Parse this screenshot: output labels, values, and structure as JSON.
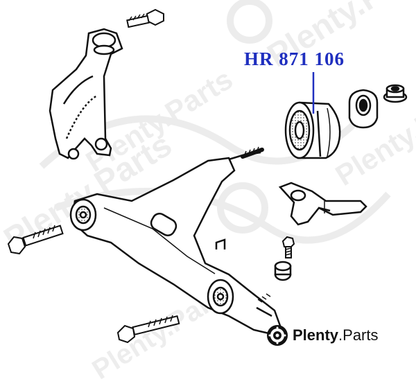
{
  "diagram": {
    "part_number": "HR 871 106",
    "colors": {
      "label": "#1f2fbf",
      "line": "#111111",
      "watermark": "#e4e4e4"
    }
  },
  "branding": {
    "logo_icon": "plenty-parts-disc-icon",
    "name_bold": "Plenty",
    "name_rest": ".Parts",
    "watermark_text": "Plenty.Parts"
  }
}
